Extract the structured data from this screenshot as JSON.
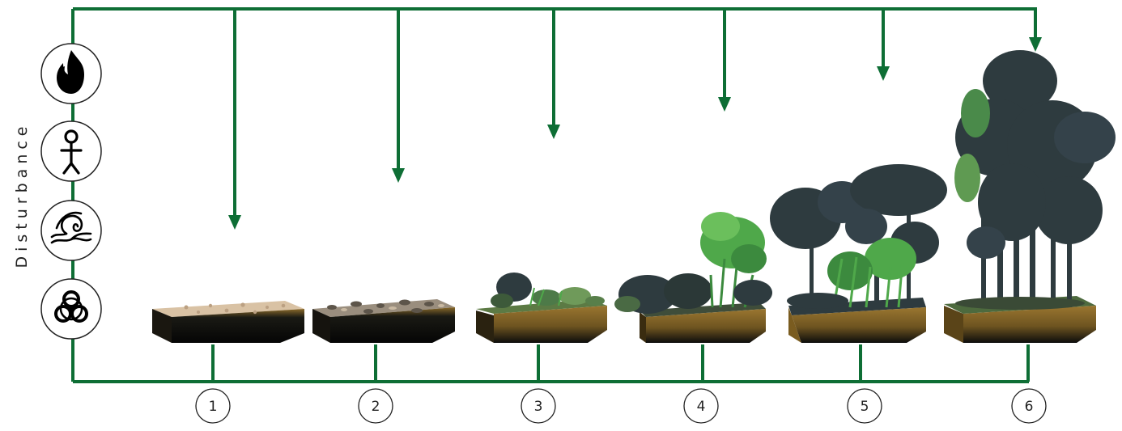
{
  "axis_label": "Disturbance",
  "colors": {
    "line": "#0e6e35",
    "soil_top": "#8a6a2a",
    "soil_bottom": "#0b0b0b",
    "canopy": "#2e3b3f",
    "foliage": "#4fa84a"
  },
  "disturbance_icons": [
    {
      "name": "fire-icon"
    },
    {
      "name": "human-icon"
    },
    {
      "name": "wave-icon"
    },
    {
      "name": "biohazard-icon"
    }
  ],
  "stages": [
    {
      "label": "1"
    },
    {
      "label": "2"
    },
    {
      "label": "3"
    },
    {
      "label": "4"
    },
    {
      "label": "5"
    },
    {
      "label": "6"
    }
  ]
}
